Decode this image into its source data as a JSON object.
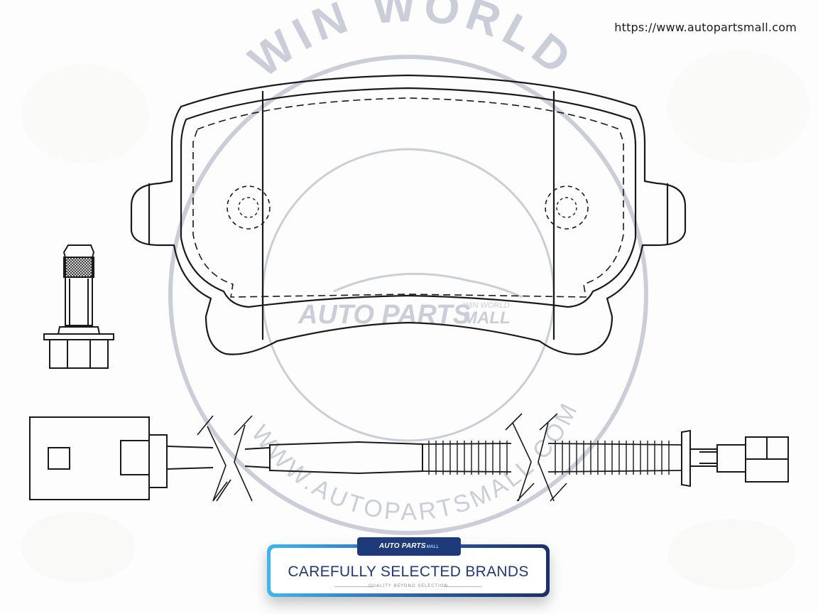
{
  "site": {
    "url": "https://www.autopartsmall.com"
  },
  "watermark": {
    "arc_text": "WIN WORLD",
    "ring_url": "WWW.AUTOPARTSMALL.COM",
    "logo_main": "AUTO PARTS",
    "logo_sub_top": "WIN WORLD",
    "logo_sub_bottom": "MALL"
  },
  "banner": {
    "badge_main": "AUTO PARTS",
    "badge_small": "MALL",
    "headline": "CAREFULLY SELECTED BRANDS",
    "tagline": "QUALITY BEYOND SELECTION"
  },
  "colors": {
    "line": "#1a1a1a",
    "watermark": "#c9ced8",
    "brand_dark": "#1f3a78",
    "brand_light": "#3fb6ee"
  }
}
